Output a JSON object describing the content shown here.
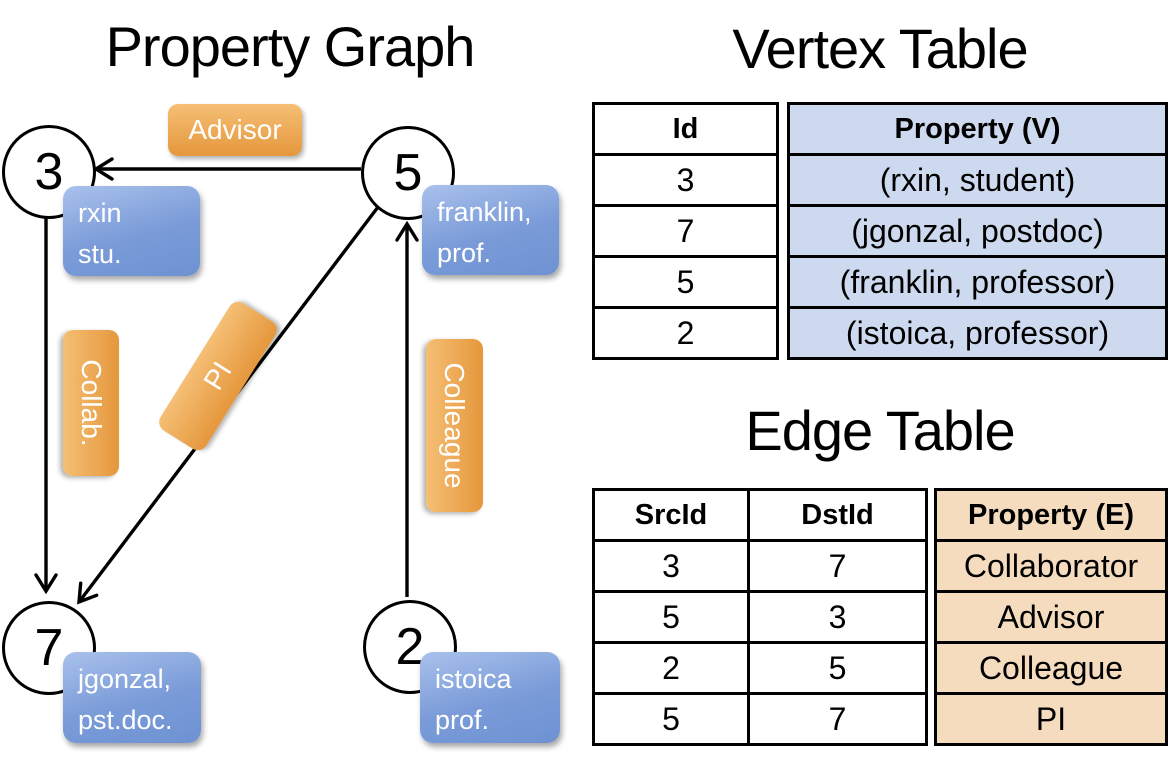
{
  "graph": {
    "title": "Property Graph",
    "nodes": [
      {
        "id": "3",
        "line1": "rxin",
        "line2": "stu."
      },
      {
        "id": "5",
        "line1": "franklin,",
        "line2": "prof."
      },
      {
        "id": "7",
        "line1": "jgonzal,",
        "line2": "pst.doc."
      },
      {
        "id": "2",
        "line1": "istoica",
        "line2": "prof."
      }
    ],
    "edge_labels": {
      "advisor": "Advisor",
      "collab": "Collab.",
      "pi": "PI",
      "colleague": "Colleague"
    }
  },
  "vertex_table": {
    "title": "Vertex Table",
    "headers": {
      "id": "Id",
      "property": "Property (V)"
    },
    "rows": [
      {
        "id": "3",
        "property": "(rxin, student)"
      },
      {
        "id": "7",
        "property": "(jgonzal, postdoc)"
      },
      {
        "id": "5",
        "property": "(franklin, professor)"
      },
      {
        "id": "2",
        "property": "(istoica, professor)"
      }
    ]
  },
  "edge_table": {
    "title": "Edge Table",
    "headers": {
      "src": "SrcId",
      "dst": "DstId",
      "property": "Property (E)"
    },
    "rows": [
      {
        "src": "3",
        "dst": "7",
        "property": "Collaborator"
      },
      {
        "src": "5",
        "dst": "3",
        "property": "Advisor"
      },
      {
        "src": "2",
        "dst": "5",
        "property": "Colleague"
      },
      {
        "src": "5",
        "dst": "7",
        "property": "PI"
      }
    ]
  },
  "colors": {
    "edge_label_orange_top": "#F5BF75",
    "edge_label_orange_bottom": "#E5973C",
    "vertex_box_blue_top": "#A9C1EC",
    "vertex_box_blue_bottom": "#6E92D2",
    "vertex_table_header_fill": "#CDD9EE",
    "edge_table_header_fill": "#F5DCBF",
    "line_color": "#000000"
  }
}
